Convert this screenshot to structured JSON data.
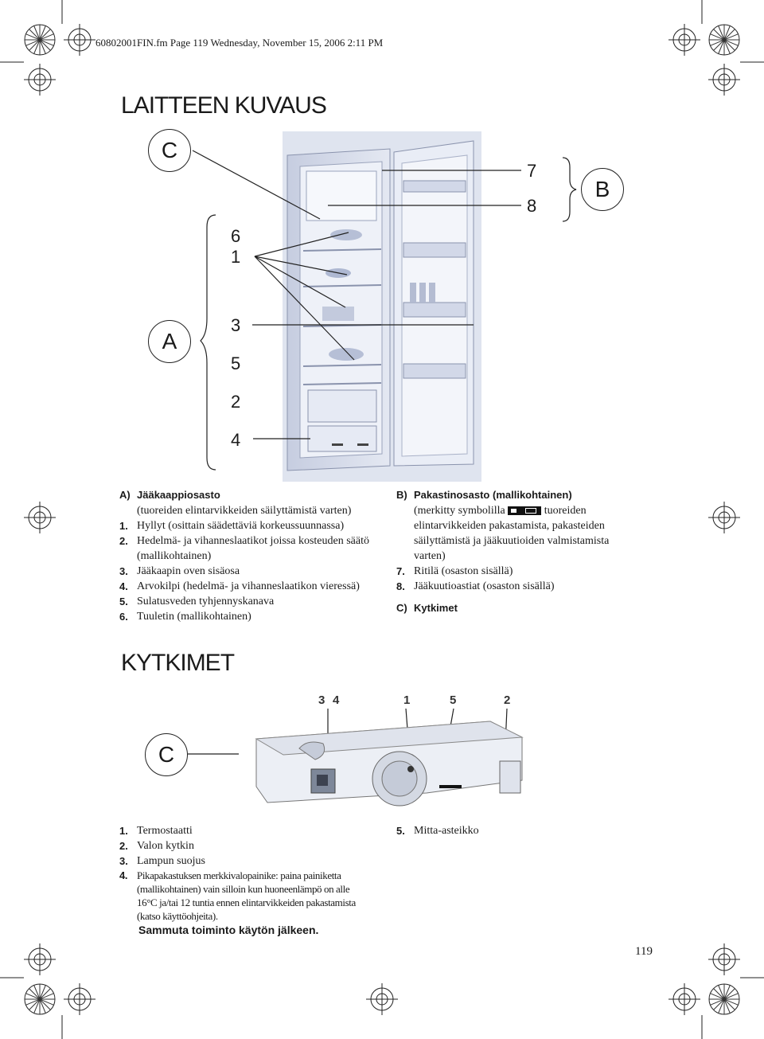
{
  "header": {
    "file_line": "60802001FIN.fm  Page 119  Wednesday, November 15, 2006  2:11 PM"
  },
  "section1": {
    "title": "LAITTEEN KUVAUS",
    "callout_a": "A",
    "callout_b": "B",
    "callout_c": "C",
    "diagram_numbers": [
      "6",
      "1",
      "3",
      "5",
      "2",
      "4",
      "7",
      "8"
    ]
  },
  "left_list": {
    "a_label": "A)",
    "a_title": "Jääkaappiosasto",
    "a_sub": "(tuoreiden elintarvikkeiden säilyttämistä varten)",
    "items": [
      {
        "n": "1.",
        "text": "Hyllyt (osittain säädettäviä korkeussuunnassa)"
      },
      {
        "n": "2.",
        "text": "Hedelmä- ja vihanneslaatikot joissa kosteuden säätö (mallikohtainen)"
      },
      {
        "n": "3.",
        "text": "Jääkaapin oven sisäosa"
      },
      {
        "n": "4.",
        "text": "Arvokilpi (hedelmä- ja vihanneslaatikon vieressä)"
      },
      {
        "n": "5.",
        "text": "Sulatusveden tyhjennyskanava"
      },
      {
        "n": "6.",
        "text": "Tuuletin (mallikohtainen)"
      }
    ]
  },
  "right_list": {
    "b_label": "B)",
    "b_title": "Pakastinosasto (mallikohtainen)",
    "b_sub_pre": "(merkitty symbolilla",
    "b_sub_post": "tuoreiden elintarvikkeiden pakastamista, pakasteiden säilyttämistä ja jääkuutioiden valmistamista varten)",
    "items": [
      {
        "n": "7.",
        "text": "Ritilä (osaston sisällä)"
      },
      {
        "n": "8.",
        "text": "Jääkuutioastiat (osaston sisällä)"
      }
    ],
    "c_label": "C)",
    "c_title": "Kytkimet"
  },
  "section2": {
    "title": "KYTKIMET",
    "callout_c": "C",
    "diagram_numbers": [
      "3",
      "4",
      "1",
      "5",
      "2"
    ],
    "items": [
      {
        "n": "1.",
        "text": "Termostaatti"
      },
      {
        "n": "2.",
        "text": "Valon kytkin"
      },
      {
        "n": "3.",
        "text": "Lampun suojus"
      },
      {
        "n": "4.",
        "text": "Pikapakastuksen merkkivalopainike: paina painiketta (mallikohtainen) vain silloin kun huoneenlämpö on alle 16°C ja/tai 12  tuntia ennen elintarvikkeiden pakastamista (katso käyttöohjeita)."
      }
    ],
    "warning": "Sammuta toiminto käytön jälkeen.",
    "item5": {
      "n": "5.",
      "text": "Mitta-asteikko"
    }
  },
  "page_number": "119"
}
